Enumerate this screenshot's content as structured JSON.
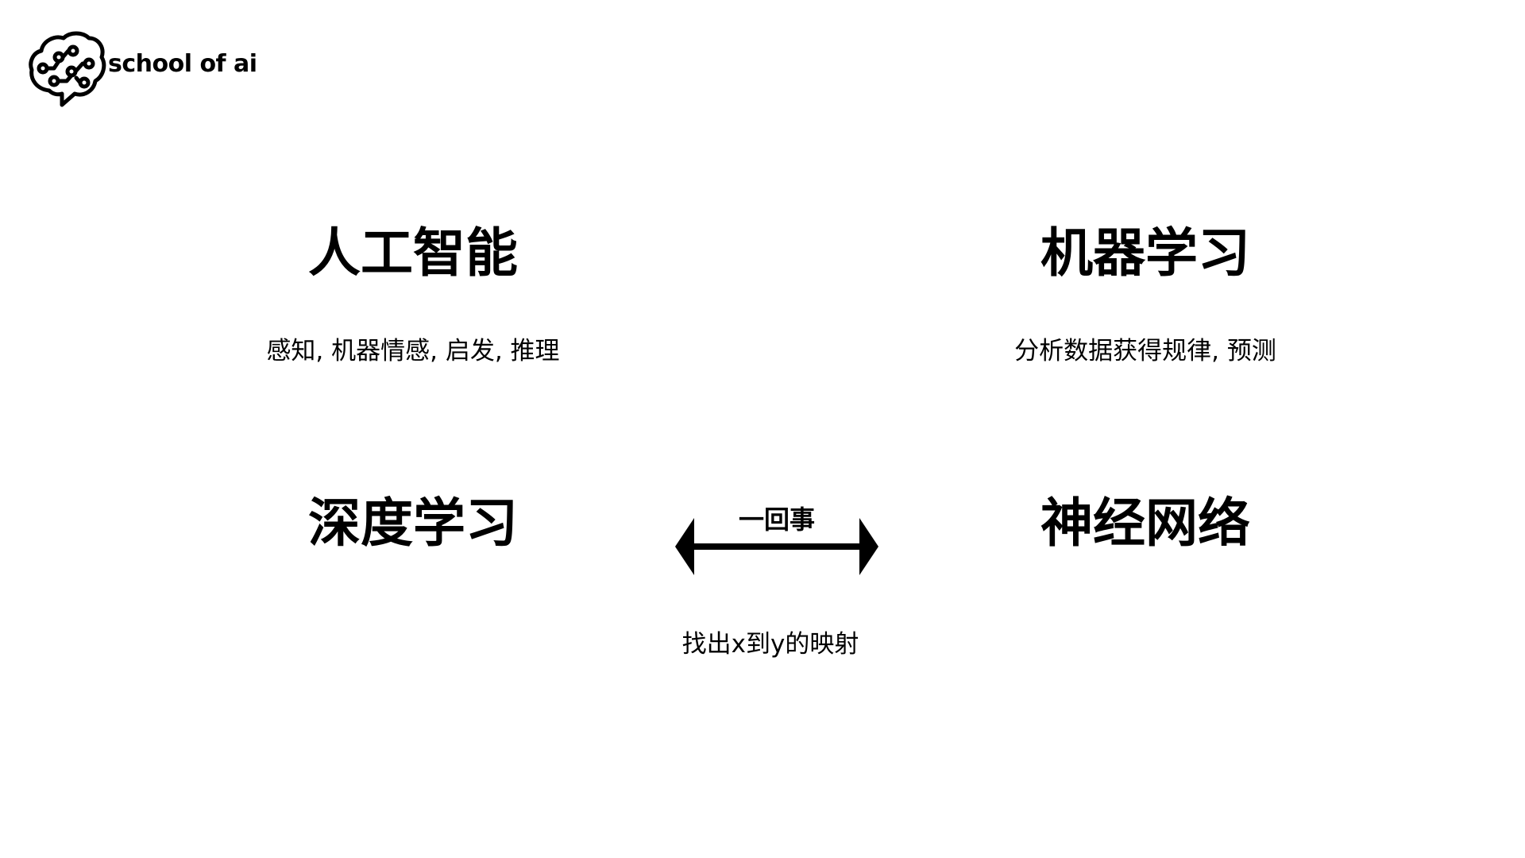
{
  "logo": {
    "text": "school of ai",
    "icon": "brain-circuit-speech-bubble-icon"
  },
  "quadrants": {
    "ai": {
      "title": "人工智能",
      "subtitle": "感知, 机器情感, 启发, 推理"
    },
    "ml": {
      "title": "机器学习",
      "subtitle": "分析数据获得规律, 预测"
    },
    "dl": {
      "title": "深度学习"
    },
    "nn": {
      "title": "神经网络"
    }
  },
  "equivalence": {
    "label": "一回事",
    "caption": "找出x到y的映射",
    "icon": "double-headed-arrow-icon"
  }
}
